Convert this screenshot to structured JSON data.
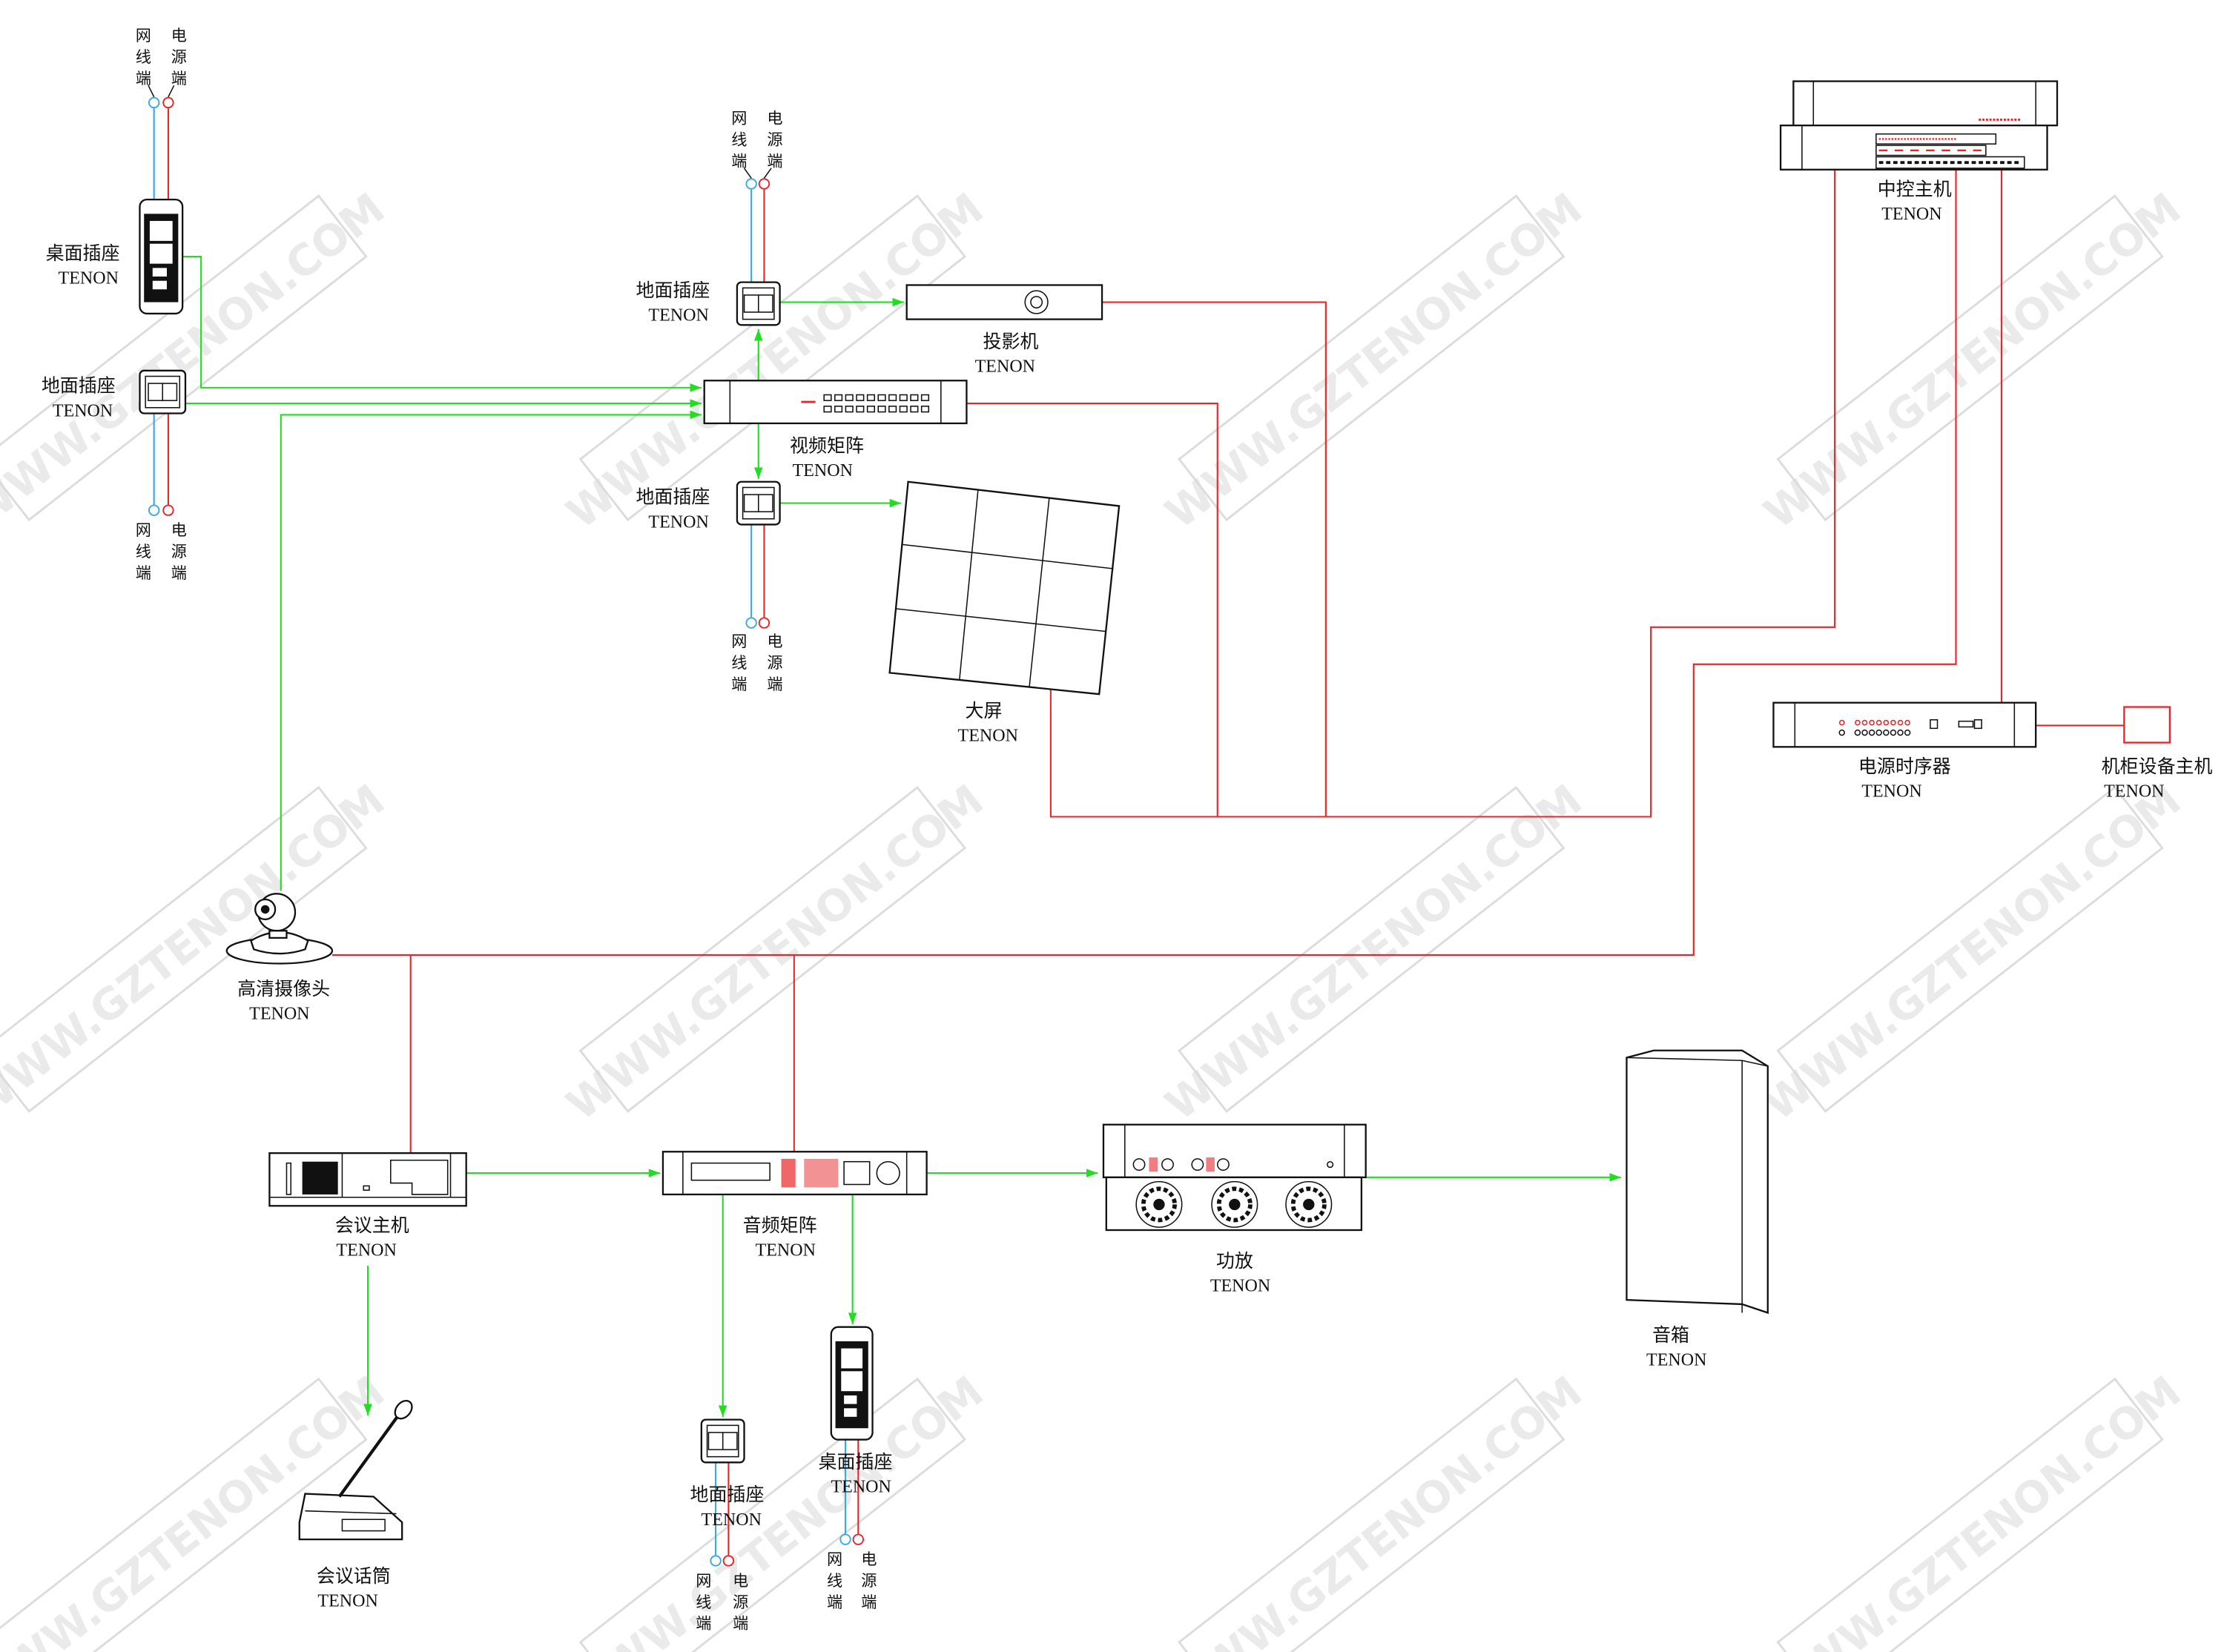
{
  "watermark": "WWW.GZTENON.COM",
  "brand": "TENON",
  "port_labels": {
    "network": "网线端",
    "power": "电源端"
  },
  "colors": {
    "signal": "#22dd22",
    "control": "#e8262a",
    "network": "#3aa9e0"
  },
  "devices": {
    "desktop_socket_1": {
      "name": "桌面插座",
      "brand": "TENON"
    },
    "floor_socket_1": {
      "name": "地面插座",
      "brand": "TENON"
    },
    "floor_socket_top": {
      "name": "地面插座",
      "brand": "TENON"
    },
    "projector": {
      "name": "投影机",
      "brand": "TENON"
    },
    "video_matrix": {
      "name": "视频矩阵",
      "brand": "TENON"
    },
    "floor_socket_mid": {
      "name": "地面插座",
      "brand": "TENON"
    },
    "big_screen": {
      "name": "大屏",
      "brand": "TENON"
    },
    "control_host": {
      "name": "中控主机",
      "brand": "TENON"
    },
    "power_sequencer": {
      "name": "电源时序器",
      "brand": "TENON"
    },
    "cabinet_host": {
      "name": "机柜设备主机",
      "brand": "TENON"
    },
    "hd_camera": {
      "name": "高清摄像头",
      "brand": "TENON"
    },
    "conference_host": {
      "name": "会议主机",
      "brand": "TENON"
    },
    "audio_matrix": {
      "name": "音频矩阵",
      "brand": "TENON"
    },
    "amplifier": {
      "name": "功放",
      "brand": "TENON"
    },
    "speaker": {
      "name": "音箱",
      "brand": "TENON"
    },
    "conference_mic": {
      "name": "会议话筒",
      "brand": "TENON"
    },
    "floor_socket_bottom": {
      "name": "地面插座",
      "brand": "TENON"
    },
    "desktop_socket_2": {
      "name": "桌面插座",
      "brand": "TENON"
    }
  }
}
